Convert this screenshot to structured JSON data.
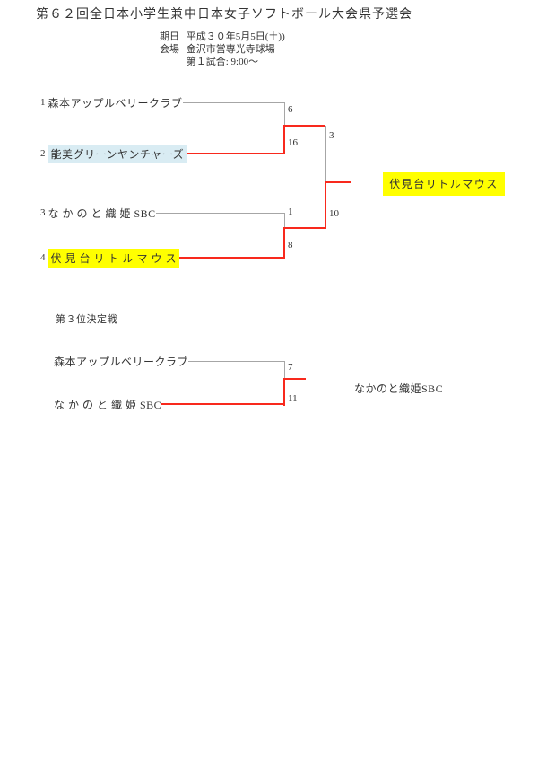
{
  "title": "第６２回全日本小学生兼中日本女子ソフトボール大会県予選会",
  "meta": {
    "date_label": "期日",
    "date_value": "平成３０年5月5日(土))",
    "venue_label": "会場",
    "venue_value": "金沢市営専光寺球場",
    "first_game_value": "第１試合: 9:00～"
  },
  "main_bracket": {
    "teams": [
      {
        "seed": "1",
        "name": "森本アップルベリークラブ"
      },
      {
        "seed": "2",
        "name": "能美グリーンヤンチャーズ"
      },
      {
        "seed": "3",
        "name": "な か の と 織 姫 SBC"
      },
      {
        "seed": "4",
        "name": "伏 見 台 リ ト ル マ ウ ス"
      }
    ],
    "scores": {
      "semi1_top": "6",
      "semi1_bottom": "16",
      "semi2_top": "1",
      "semi2_bottom": "8",
      "final_top": "3",
      "final_bottom": "10"
    },
    "champion": "伏見台リトルマウス"
  },
  "third_place": {
    "heading": "第３位決定戦",
    "team_top": "森本アップルベリークラブ",
    "team_bottom": "な か の と 織 姫 SBC",
    "score_top": "7",
    "score_bottom": "11",
    "winner": "なかのと織姫SBC"
  },
  "colors": {
    "winner_line": "#f8291d",
    "loser_line": "#a6a6a6",
    "champion_highlight": "#ffff00",
    "runnerup_highlight": "#d9ecf3",
    "text": "#333333"
  }
}
